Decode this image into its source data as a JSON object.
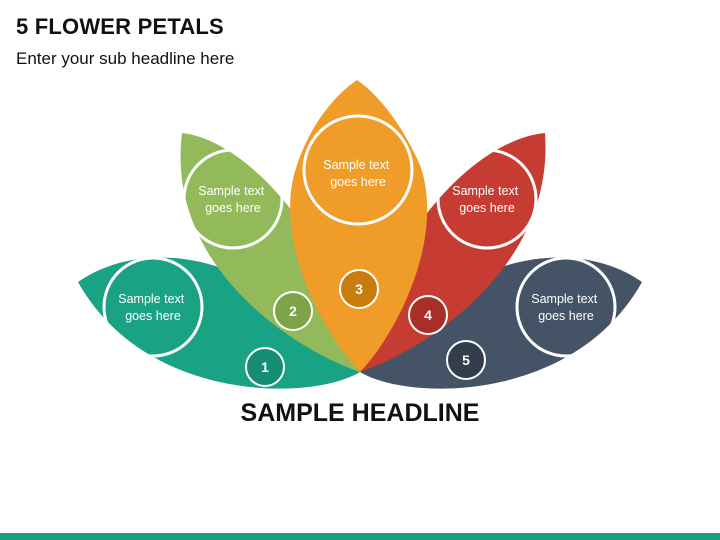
{
  "header": {
    "title": "5 FLOWER PETALS",
    "subtitle": "Enter your sub headline here"
  },
  "diagram": {
    "headline": "SAMPLE HEADLINE",
    "petals": [
      {
        "number": "1",
        "line1": "Sample text",
        "line2": "goes here",
        "color": "#1aa284",
        "badge_color": "#168d73"
      },
      {
        "number": "2",
        "line1": "Sample text",
        "line2": "goes here",
        "color": "#92b95a",
        "badge_color": "#7ea447"
      },
      {
        "number": "3",
        "line1": "Sample text",
        "line2": "goes here",
        "color": "#f09c28",
        "badge_color": "#c97c0e"
      },
      {
        "number": "4",
        "line1": "Sample text",
        "line2": "goes here",
        "color": "#c63b32",
        "badge_color": "#a72f27"
      },
      {
        "number": "5",
        "line1": "Sample text",
        "line2": "goes here",
        "color": "#445365",
        "badge_color": "#323e4c"
      }
    ]
  },
  "colors": {
    "bottom_bar": "#1a9e83"
  }
}
